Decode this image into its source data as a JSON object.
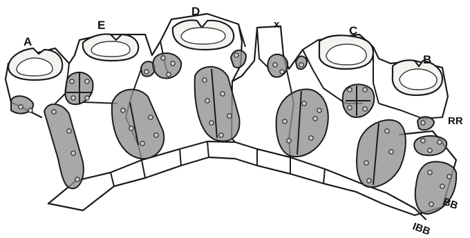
{
  "labels": {
    "A": "A",
    "E": "E",
    "D": "D",
    "x": "x",
    "C": "C",
    "B": "B",
    "RR": "RR",
    "BB": "BB",
    "IBB": "IBB"
  }
}
